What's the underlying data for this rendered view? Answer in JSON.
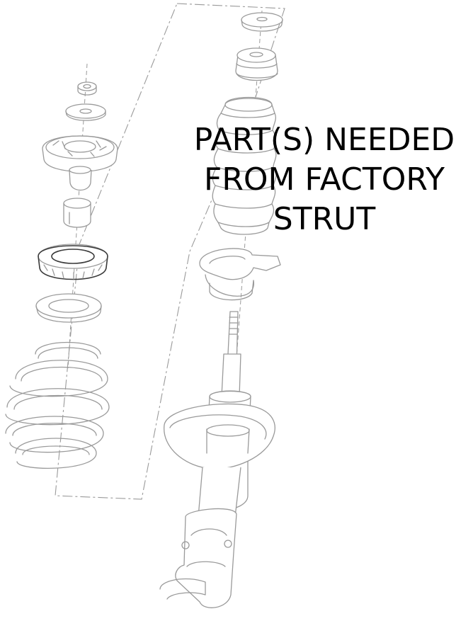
{
  "caption": {
    "line1": "PART(S) NEEDED",
    "line2": "FROM FACTORY",
    "line3": "STRUT"
  },
  "colors": {
    "background": "#ffffff",
    "line_art": "#9a9a9a",
    "bearing_outline": "#3a3a3a",
    "caption_text": "#000000"
  }
}
